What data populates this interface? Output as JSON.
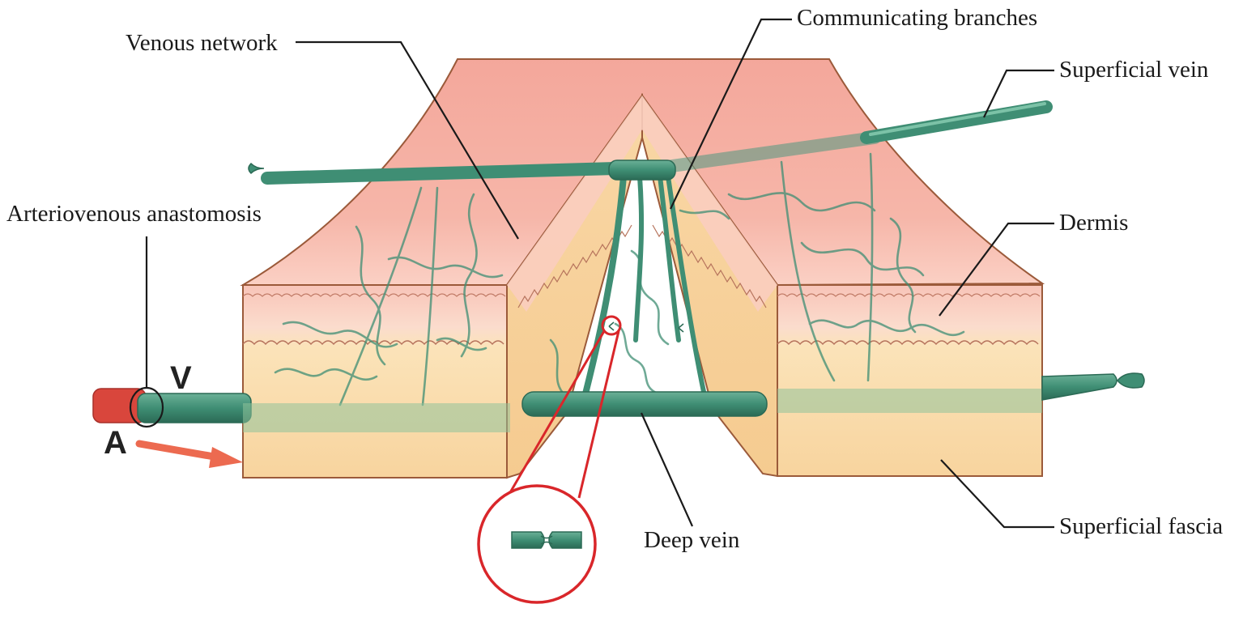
{
  "labels": {
    "venous_network": "Venous network",
    "communicating_branches": "Communicating branches",
    "superficial_vein": "Superficial vein",
    "arteriovenous_anastomosis": "Arteriovenous anastomosis",
    "dermis": "Dermis",
    "superficial_fascia": "Superficial fascia",
    "deep_vein": "Deep vein",
    "artery_letter": "A",
    "vein_letter": "V"
  },
  "colors": {
    "dermis": "#f6b2a6",
    "dermis_light": "#fbd9cf",
    "fascia": "#f9d9a4",
    "vein": "#3f8e74",
    "vein_dark": "#2b6a55",
    "artery": "#d9463c",
    "highlight": "#d9262a",
    "flow_arrow": "#ec6a50",
    "outline": "#9b5a3a"
  }
}
